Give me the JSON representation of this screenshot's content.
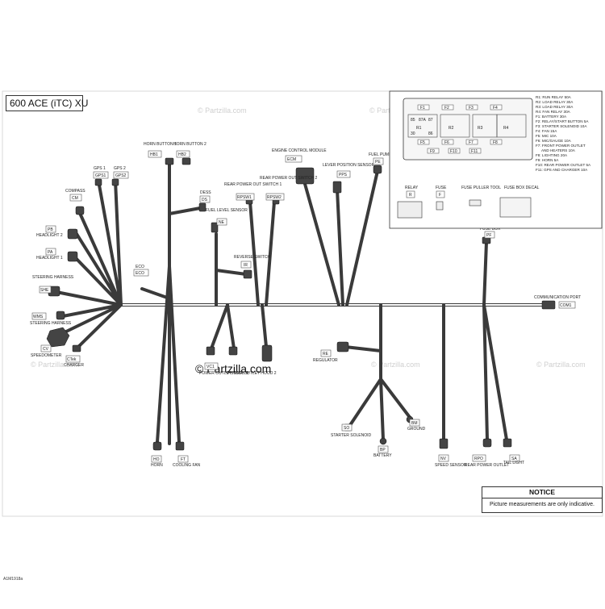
{
  "title": "600 ACE (iTC) XU",
  "figure_code": "A1M1918a",
  "watermark": "© Partzilla.com",
  "notice": {
    "title": "NOTICE",
    "body": "Picture measurements are only indicative."
  },
  "fuse_legend": [
    "R1: RUN RELAY 50A",
    "R2: LOAD RELAY 30A",
    "R3: LOAD RELAY 30A",
    "R4: FAN RELAY 30A",
    "F1: BATTERY 30A",
    "F2: RELAY/START BUTTON 5A",
    "F3: STARTER SOLENOID 10A",
    "F4: FAN 15A",
    "F5: MIC 10A",
    "F6: MIC/GAUGE 10A",
    "F7: FRONT POWER OUTLET",
    "AND HEATERS 10A",
    "F8: LIGHTING 20A",
    "F9: HORN 5A",
    "F10: REAR POWER OUTLET 5A",
    "F11: GPS AND CHARGER 10A"
  ],
  "fuse_box_parts": {
    "relays": [
      "R1",
      "R2",
      "R3",
      "R4"
    ],
    "relay_pins": [
      "85",
      "87A",
      "87",
      "30",
      "86"
    ],
    "fuses_top": [
      "F1",
      "F2",
      "F3",
      "F4"
    ],
    "fuses_bottom": [
      "F5",
      "F6",
      "F7",
      "F8"
    ],
    "fuses_lower": [
      "F9",
      "F10",
      "F11"
    ]
  },
  "fuse_box_items": [
    {
      "label": "RELAY",
      "code": "R"
    },
    {
      "label": "FUSE",
      "code": "F"
    },
    {
      "label": "FUSE PULLER TOOL",
      "code": ""
    },
    {
      "label": "FUSE BOX DECAL",
      "code": ""
    }
  ],
  "components": [
    {
      "name": "HORN BUTTON 1",
      "code": "HB1"
    },
    {
      "name": "HORN BUTTON 2",
      "code": "HB2"
    },
    {
      "name": "GPS 1",
      "code": "GPS1"
    },
    {
      "name": "GPS 2",
      "code": "GPS2"
    },
    {
      "name": "COMPASS",
      "code": "CM"
    },
    {
      "name": "HEADLIGHT 2",
      "code": "PB"
    },
    {
      "name": "HEADLIGHT 1",
      "code": "PA"
    },
    {
      "name": "STEERING HARNESS",
      "code": "SHE"
    },
    {
      "name": "STEERING HARNESS",
      "code": "WMS"
    },
    {
      "name": "SPEEDOMETER",
      "code": "CV"
    },
    {
      "name": "CHARGER",
      "code": "CTek"
    },
    {
      "name": "ECO",
      "code": "ECO"
    },
    {
      "name": "DESS",
      "code": "DS"
    },
    {
      "name": "FUEL LEVEL SENSOR",
      "code": "NE"
    },
    {
      "name": "REVERSE SWITCH",
      "code": "IR"
    },
    {
      "name": "REAR POWER OUT SWITCH 1",
      "code": "RPSW1"
    },
    {
      "name": "REAR POWER OUT SWITCH 2",
      "code": "RPSW2"
    },
    {
      "name": "ENGINE CONTROL MODULE",
      "code": "ECM"
    },
    {
      "name": "LEVER POSITION SENSOR",
      "code": "PPS"
    },
    {
      "name": "FUEL PUMP",
      "code": "PE"
    },
    {
      "name": "FUSE BOX",
      "code": "PF"
    },
    {
      "name": "COMMUNICATION PORT",
      "code": "COM1"
    },
    {
      "name": "POWER OUTLET HOOD 1",
      "code": "VC1"
    },
    {
      "name": "POWER OUTLET HOOD 2",
      "code": ""
    },
    {
      "name": "REGULATOR",
      "code": "RE"
    },
    {
      "name": "STARTER SOLENOID",
      "code": "SO"
    },
    {
      "name": "GROUND",
      "code": "BM"
    },
    {
      "name": "BATTERY",
      "code": "BP"
    },
    {
      "name": "SPEED SENSOR",
      "code": "NV"
    },
    {
      "name": "REAR POWER OUTLET",
      "code": "RPO"
    },
    {
      "name": "TAIL LIGHT",
      "code": "SA"
    },
    {
      "name": "HORN",
      "code": "HO"
    },
    {
      "name": "COOLING FAN",
      "code": "FT"
    }
  ]
}
